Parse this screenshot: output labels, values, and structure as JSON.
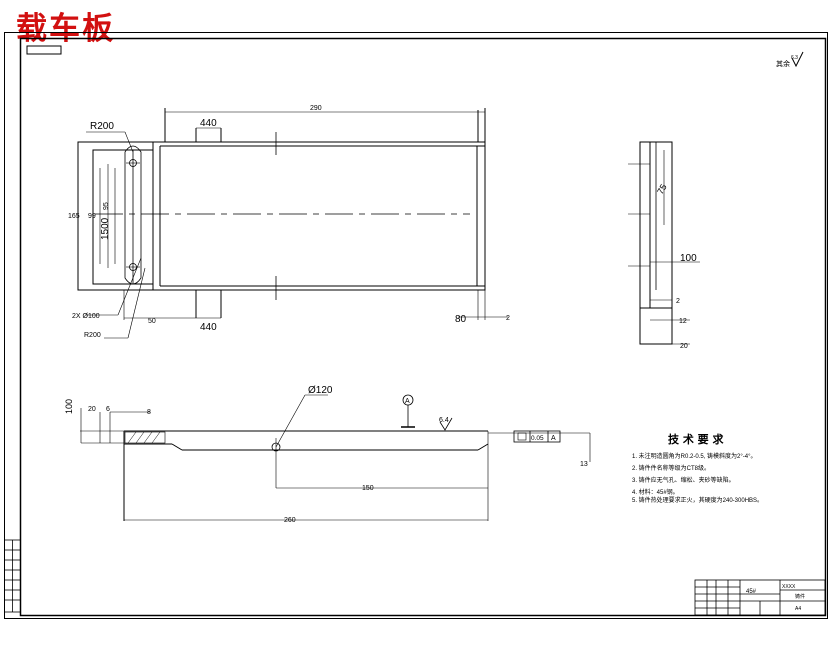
{
  "title_watermark": "载车板",
  "roughness_symbol": "其余",
  "dims": {
    "width_top": "290",
    "seg_top": "440",
    "seg_bottom": "440",
    "radius_top": "R200",
    "radius_bottom": "R200",
    "height_outer": "165",
    "height_mid": "99",
    "height_inner": "95",
    "height_main": "1500",
    "holes": "2X Ø100",
    "left_bottom": "50",
    "right_bottom": "80",
    "right_small": "2",
    "side_diag": "75",
    "side_100": "100",
    "side_2": "2",
    "side_12": "12",
    "side_20": "20",
    "front_100": "100",
    "front_20": "20",
    "front_6": "6",
    "front_8": "8",
    "front_hole": "Ø120",
    "front_150": "150",
    "front_260": "260",
    "front_13": "13",
    "datum": "A",
    "roughness_val": "6.4",
    "tol_val": "0.05",
    "tol_datum": "A"
  },
  "tech": {
    "title": "技 术 要 求",
    "items": [
      "1. 未注明造圆角为R0.2-0.5, 铸模斜度为2°-4°。",
      "2. 铸件件名称等级为CT8级。",
      "3. 铸件应无气孔、缩松、夹砂等缺陷。",
      "4. 材料：45#钢。",
      "5. 铸件热处理要求正火，其硬度为240-300HBS。"
    ]
  },
  "titleblock": {
    "part": "45#",
    "code": "XXXX",
    "name": "铸件",
    "sheet": "A4"
  }
}
